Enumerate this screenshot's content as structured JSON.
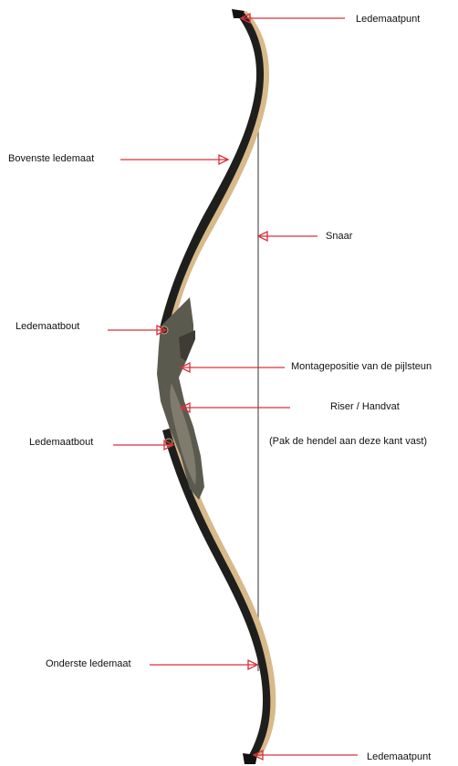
{
  "colors": {
    "pointer": "#d9303a",
    "limb_dark": "#1e1f1d",
    "limb_edge": "#d8b98a",
    "riser_wood": "#5b5a4f",
    "riser_light": "#8e8a7c",
    "string": "#555555",
    "text": "#111111"
  },
  "labels": {
    "top_tip": "Ledemaatpunt",
    "upper_limb": "Bovenste ledemaat",
    "string": "Snaar",
    "limb_bolt_upper": "Ledemaatbout",
    "arrow_rest": "Montagepositie van de pijlsteun",
    "riser": "Riser / Handvat",
    "riser_note": "(Pak de hendel aan deze kant vast)",
    "limb_bolt_lower": "Ledemaatbout",
    "lower_limb": "Onderste ledemaat",
    "bottom_tip": "Ledemaatpunt"
  }
}
